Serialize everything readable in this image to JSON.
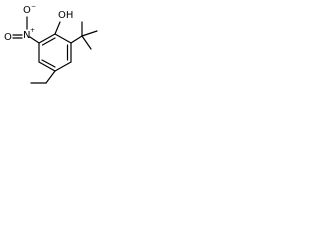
{
  "molecule": {
    "atoms": {
      "oh": "OH",
      "nitro_n": "N",
      "nitro_n_charge": "+",
      "nitro_o_top": "O",
      "nitro_o_top_charge": "−",
      "nitro_o_side": "O"
    }
  }
}
